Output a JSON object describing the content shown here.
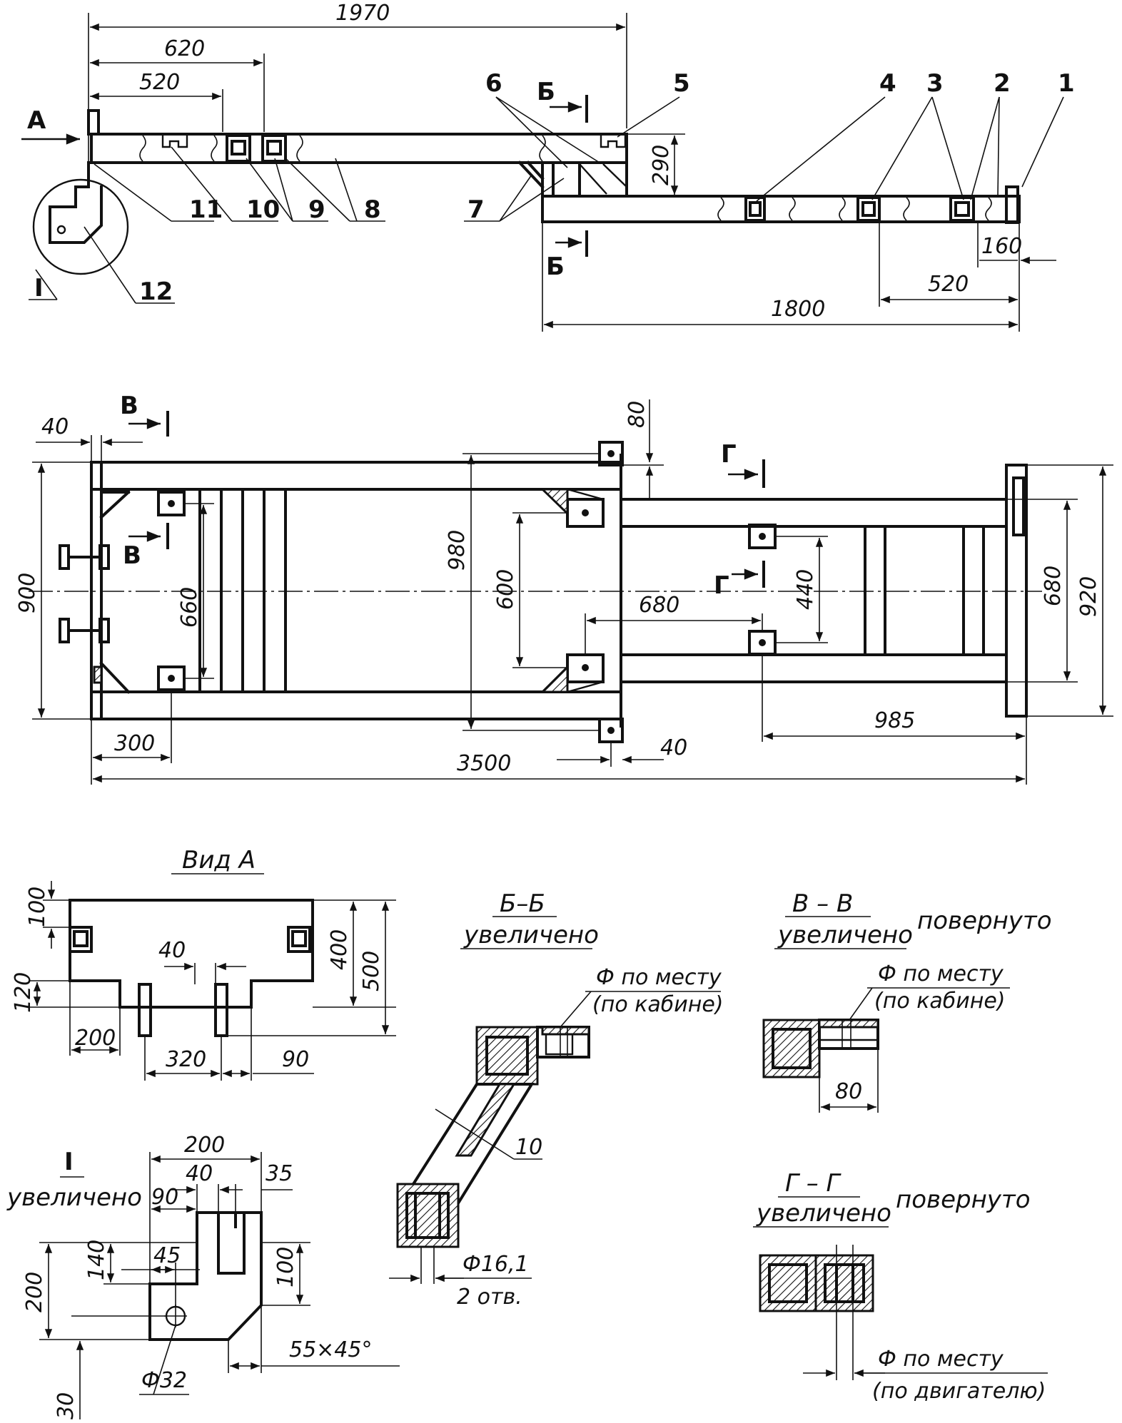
{
  "top_view": {
    "dimensions": [
      "1970",
      "620",
      "520",
      "290",
      "160",
      "520",
      "1800"
    ],
    "part_labels": [
      "1",
      "2",
      "3",
      "4",
      "5",
      "6",
      "7",
      "8",
      "9",
      "10",
      "11",
      "12"
    ],
    "view_arrow": "A",
    "section_b": "Б",
    "detail_callout": "I"
  },
  "plan_view": {
    "dimensions": [
      "40",
      "900",
      "660",
      "300",
      "980",
      "600",
      "80",
      "680",
      "440",
      "680",
      "920",
      "985",
      "40",
      "3500"
    ],
    "section_v": "В",
    "section_g": "Г"
  },
  "view_a": {
    "title": "Вид А",
    "dimensions": [
      "100",
      "120",
      "40",
      "200",
      "320",
      "90",
      "400",
      "500"
    ]
  },
  "section_bb": {
    "title": "Б–Б",
    "subtitle": "увеличено",
    "note1": "Ф по месту",
    "note2": "(по кабине)",
    "thickness": "10",
    "hole1": "Ф16,1",
    "hole2": "2 отв."
  },
  "section_vv": {
    "title": "В – В",
    "subtitle": "увеличено",
    "rotated": "повернуто",
    "note1": "Ф по месту",
    "note2": "(по кабине)",
    "width": "80"
  },
  "detail_i": {
    "title": "I",
    "subtitle": "увеличено",
    "dimensions": [
      "200",
      "40",
      "35",
      "90",
      "140",
      "45",
      "200",
      "100",
      "30",
      "Ф32",
      "55×45°"
    ]
  },
  "section_gg": {
    "title": "Г – Г",
    "subtitle": "увеличено",
    "rotated": "повернуто",
    "note1": "Ф по месту",
    "note2": "(по двигателю)"
  }
}
